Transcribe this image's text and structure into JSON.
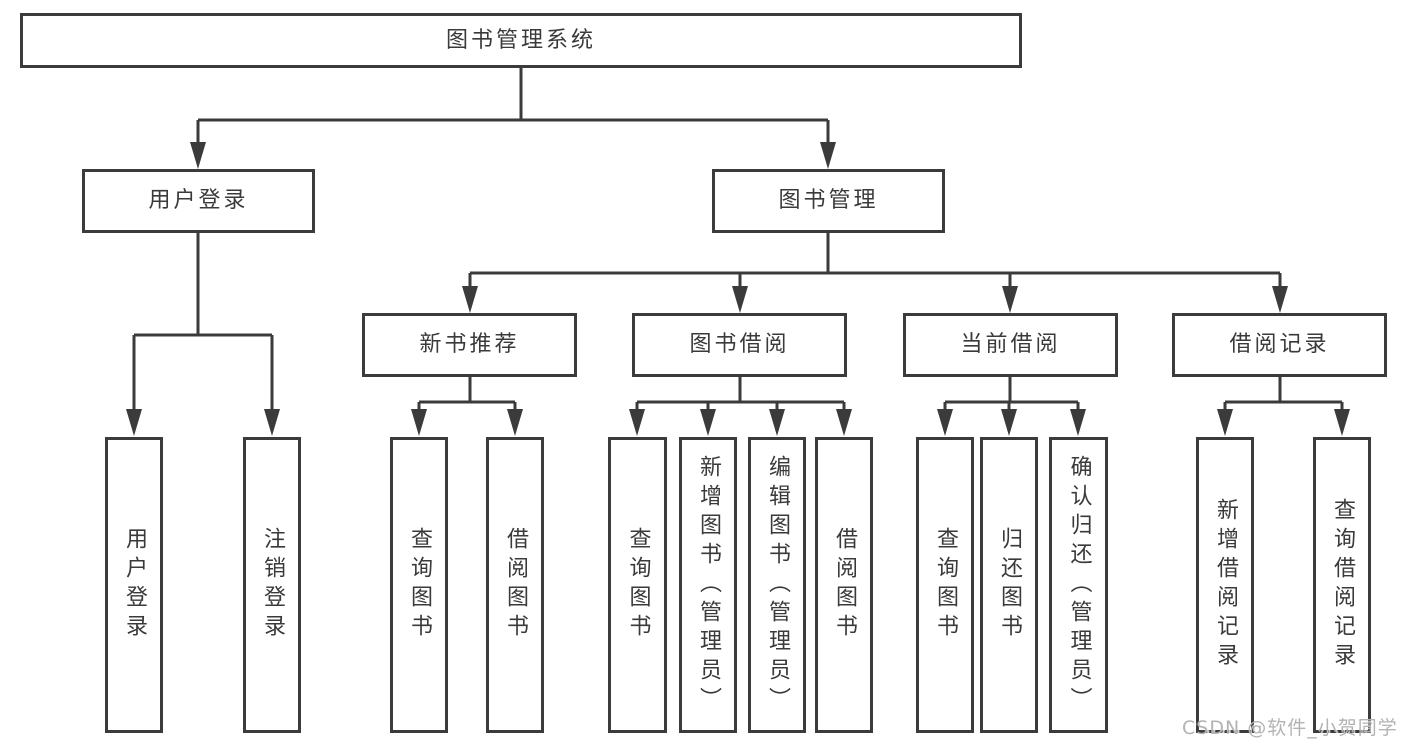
{
  "tree": {
    "label": "图书管理系统",
    "children": [
      {
        "label": "用户登录",
        "children": [
          {
            "label": "用户登录"
          },
          {
            "label": "注销登录"
          }
        ]
      },
      {
        "label": "图书管理",
        "children": [
          {
            "label": "新书推荐",
            "children": [
              {
                "label": "查询图书"
              },
              {
                "label": "借阅图书"
              }
            ]
          },
          {
            "label": "图书借阅",
            "children": [
              {
                "label": "查询图书"
              },
              {
                "label": "新增图书（管理员）"
              },
              {
                "label": "编辑图书（管理员）"
              },
              {
                "label": "借阅图书"
              }
            ]
          },
          {
            "label": "当前借阅",
            "children": [
              {
                "label": "查询图书"
              },
              {
                "label": "归还图书"
              },
              {
                "label": "确认归还（管理员）"
              }
            ]
          },
          {
            "label": "借阅记录",
            "children": [
              {
                "label": "新增借阅记录"
              },
              {
                "label": "查询借阅记录"
              }
            ]
          }
        ]
      }
    ]
  },
  "watermark": {
    "text": "CSDN @软件_小贺同学"
  },
  "colors": {
    "line": "#3b3b3b",
    "box_border": "#3b3b3b",
    "box_background": "#ffffff",
    "text": "#3a3a3a",
    "watermark_text": "#b3b3b3"
  }
}
